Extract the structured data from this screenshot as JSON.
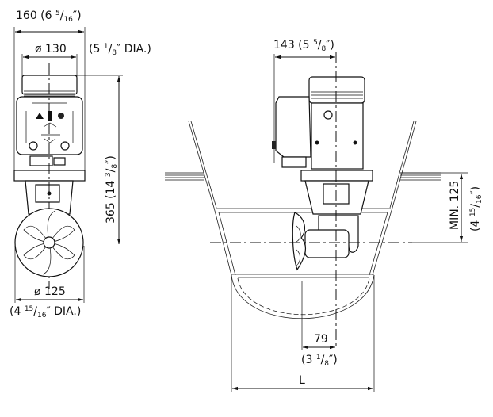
{
  "left_view": {
    "width_overall": {
      "main": "160 (6 ",
      "num": "5",
      "den": "16",
      "end": "″)"
    },
    "motor_dia": {
      "main": "ø 130"
    },
    "motor_dia_in": {
      "main": "(5 ",
      "num": "1",
      "den": "8",
      "end": "″ DIA.)"
    },
    "height": {
      "main": "365 (14 ",
      "num": "3",
      "den": "8",
      "end": "″)"
    },
    "prop_dia": {
      "main": "ø 125"
    },
    "prop_dia_in": {
      "main": "(4 ",
      "num": "15",
      "den": "16",
      "end": "″ DIA.)"
    }
  },
  "right_view": {
    "offset_top": {
      "main": "143 (5 ",
      "num": "5",
      "den": "8",
      "end": "″)"
    },
    "min_depth": {
      "main": "MIN. 125"
    },
    "min_depth_in": {
      "main": "(4 ",
      "num": "15",
      "den": "16",
      "end": "″)"
    },
    "prop_offset": {
      "main": "79"
    },
    "prop_offset_in": {
      "main": "(3 ",
      "num": "1",
      "den": "8",
      "end": "″)"
    },
    "tunnel_length": {
      "main": "L"
    }
  }
}
